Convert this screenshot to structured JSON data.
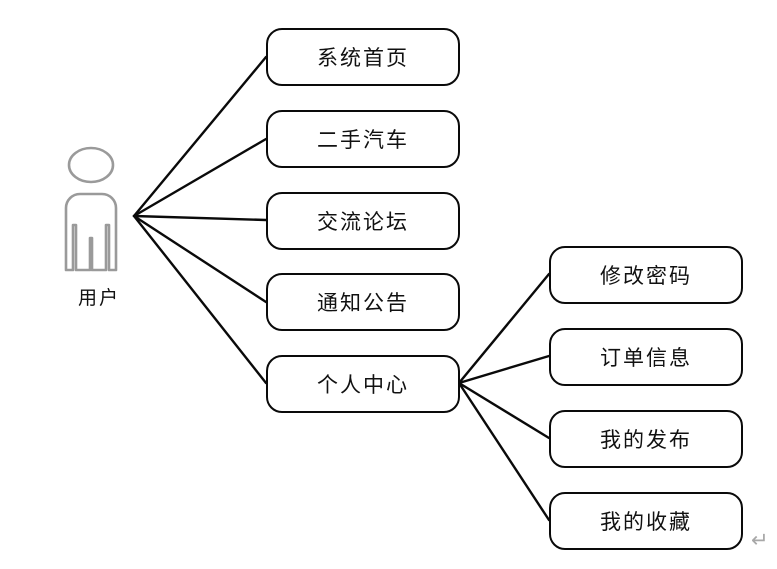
{
  "diagram": {
    "type": "use-case-diagram",
    "background_color": "#ffffff",
    "node_border_color": "#0a0a0a",
    "node_fill_color": "#ffffff",
    "edge_color": "#0a0a0a",
    "actor_color": "#9a9a9a",
    "text_color": "#111111"
  },
  "actor": {
    "name": "user-actor",
    "label": "用户",
    "icon": "person-actor-icon"
  },
  "primary_nodes": [
    {
      "id": "home",
      "label": "系统首页"
    },
    {
      "id": "used-car",
      "label": "二手汽车"
    },
    {
      "id": "forum",
      "label": "交流论坛"
    },
    {
      "id": "notice",
      "label": "通知公告"
    },
    {
      "id": "personal-center",
      "label": "个人中心"
    }
  ],
  "secondary_nodes": [
    {
      "id": "change-password",
      "label": "修改密码"
    },
    {
      "id": "order-info",
      "label": "订单信息"
    },
    {
      "id": "my-posts",
      "label": "我的发布"
    },
    {
      "id": "my-favorites",
      "label": "我的收藏"
    }
  ],
  "marks": {
    "paragraph_mark": "↵"
  }
}
